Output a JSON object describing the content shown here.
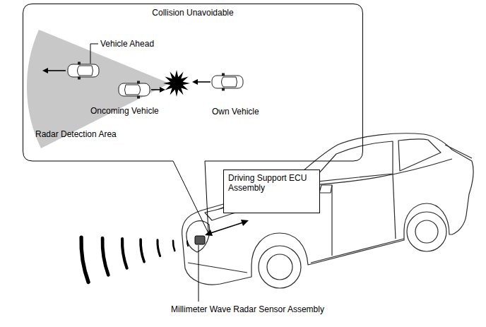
{
  "diagram": {
    "nodes": [
      {
        "text": [
          "Collision Unavoidable"
        ]
      },
      {
        "text": [
          "Driving Support ECU Assembly"
        ]
      }
    ],
    "labels": [
      "Vehicle Ahead",
      "Oncoming Vehicle",
      "Own Vehicle",
      "Radar Detection Area",
      "Millimeter Wave Radar Sensor Assembly"
    ]
  }
}
